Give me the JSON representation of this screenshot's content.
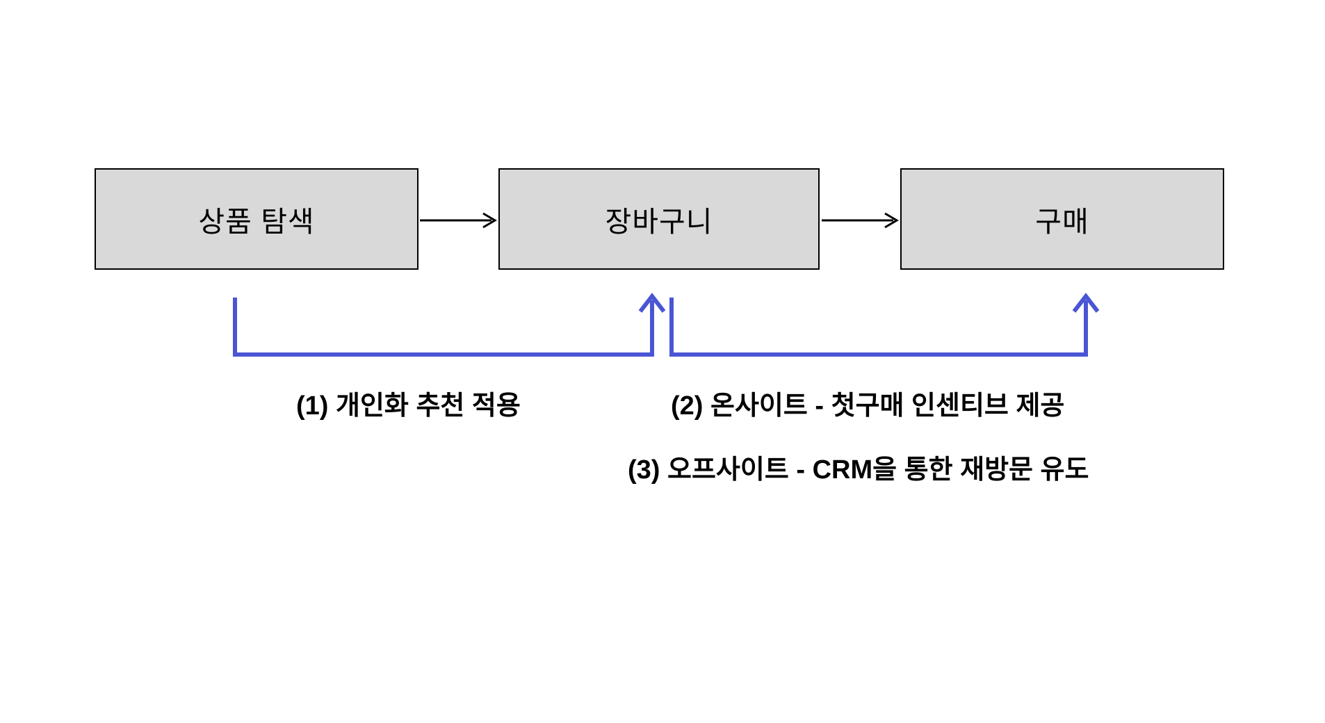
{
  "diagram": {
    "title": "Purchase funnel with intervention loop-backs",
    "background_color": "#ffffff",
    "stages": [
      {
        "id": "discovery",
        "label": "상품 탐색"
      },
      {
        "id": "cart",
        "label": "장바구니"
      },
      {
        "id": "purchase",
        "label": "구매"
      }
    ],
    "flow_arrows": [
      {
        "id": "discovery-to-cart",
        "from": "discovery",
        "to": "cart",
        "color": "#000000"
      },
      {
        "id": "cart-to-purchase",
        "from": "cart",
        "to": "purchase",
        "color": "#000000"
      }
    ],
    "loop_arrows": [
      {
        "id": "loop-to-cart",
        "color": "#4a55d4",
        "target": "cart"
      },
      {
        "id": "loop-to-purchase",
        "color": "#4a55d4",
        "target": "purchase"
      }
    ],
    "captions": [
      {
        "id": "caption-1",
        "text": "(1) 개인화 추천 적용"
      },
      {
        "id": "caption-2",
        "text": "(2) 온사이트 - 첫구매 인센티브 제공"
      },
      {
        "id": "caption-3",
        "text": "(3) 오프사이트 - CRM을 통한 재방문 유도"
      }
    ],
    "colors": {
      "box_fill": "#d9d9d9",
      "box_border": "#000000",
      "flow_arrow": "#000000",
      "loop_arrow": "#4a55d4",
      "text": "#000000"
    }
  }
}
